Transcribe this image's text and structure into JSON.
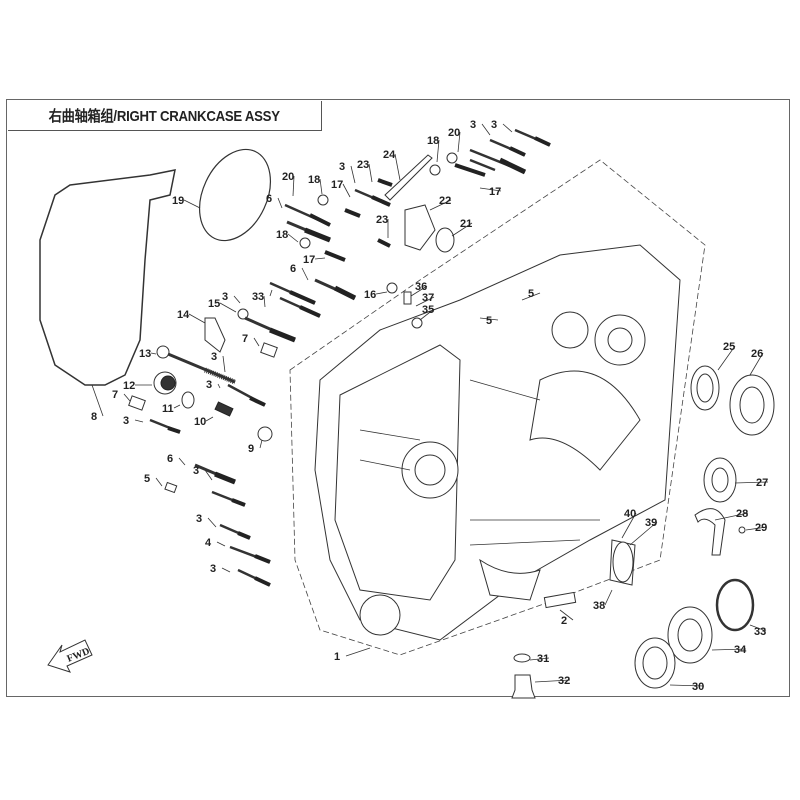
{
  "title": "右曲轴箱组/RIGHT CRANKCASE ASSY",
  "fwd_label": "FWD",
  "callouts": [
    {
      "id": "1",
      "label": "1"
    },
    {
      "id": "2",
      "label": "2"
    },
    {
      "id": "3a",
      "label": "3"
    },
    {
      "id": "3b",
      "label": "3"
    },
    {
      "id": "3c",
      "label": "3"
    },
    {
      "id": "3d",
      "label": "3"
    },
    {
      "id": "3e",
      "label": "3"
    },
    {
      "id": "3f",
      "label": "3"
    },
    {
      "id": "3g",
      "label": "3"
    },
    {
      "id": "3h",
      "label": "3"
    },
    {
      "id": "3i",
      "label": "3"
    },
    {
      "id": "3j",
      "label": "3"
    },
    {
      "id": "3k",
      "label": "3"
    },
    {
      "id": "3l",
      "label": "3"
    },
    {
      "id": "4",
      "label": "4"
    },
    {
      "id": "5a",
      "label": "5"
    },
    {
      "id": "5b",
      "label": "5"
    },
    {
      "id": "5c",
      "label": "5"
    },
    {
      "id": "6a",
      "label": "6"
    },
    {
      "id": "6b",
      "label": "6"
    },
    {
      "id": "6c",
      "label": "6"
    },
    {
      "id": "7a",
      "label": "7"
    },
    {
      "id": "7b",
      "label": "7"
    },
    {
      "id": "8",
      "label": "8"
    },
    {
      "id": "9",
      "label": "9"
    },
    {
      "id": "10",
      "label": "10"
    },
    {
      "id": "11",
      "label": "11"
    },
    {
      "id": "12",
      "label": "12"
    },
    {
      "id": "13",
      "label": "13"
    },
    {
      "id": "14",
      "label": "14"
    },
    {
      "id": "15",
      "label": "15"
    },
    {
      "id": "16",
      "label": "16"
    },
    {
      "id": "17a",
      "label": "17"
    },
    {
      "id": "17b",
      "label": "17"
    },
    {
      "id": "17c",
      "label": "17"
    },
    {
      "id": "18a",
      "label": "18"
    },
    {
      "id": "18b",
      "label": "18"
    },
    {
      "id": "18c",
      "label": "18"
    },
    {
      "id": "19",
      "label": "19"
    },
    {
      "id": "20a",
      "label": "20"
    },
    {
      "id": "20b",
      "label": "20"
    },
    {
      "id": "21",
      "label": "21"
    },
    {
      "id": "22",
      "label": "22"
    },
    {
      "id": "23a",
      "label": "23"
    },
    {
      "id": "23b",
      "label": "23"
    },
    {
      "id": "24",
      "label": "24"
    },
    {
      "id": "25",
      "label": "25"
    },
    {
      "id": "26",
      "label": "26"
    },
    {
      "id": "27",
      "label": "27"
    },
    {
      "id": "28",
      "label": "28"
    },
    {
      "id": "29",
      "label": "29"
    },
    {
      "id": "30",
      "label": "30"
    },
    {
      "id": "31",
      "label": "31"
    },
    {
      "id": "32",
      "label": "32"
    },
    {
      "id": "33",
      "label": "33"
    },
    {
      "id": "34",
      "label": "34"
    },
    {
      "id": "35",
      "label": "35"
    },
    {
      "id": "36",
      "label": "36"
    },
    {
      "id": "37",
      "label": "37"
    },
    {
      "id": "38",
      "label": "38"
    },
    {
      "id": "39",
      "label": "39"
    },
    {
      "id": "40",
      "label": "40"
    }
  ]
}
